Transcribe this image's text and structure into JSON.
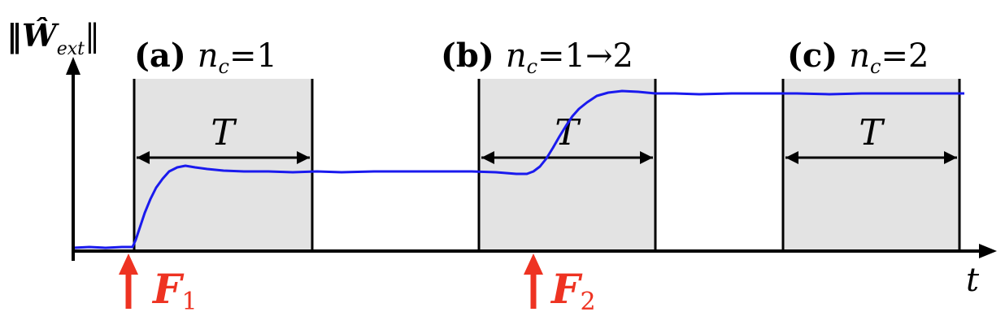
{
  "y_axis_label": "‖Ŵ",
  "y_axis_label_sub": "ext",
  "y_axis_label_end": "‖",
  "x_axis_label": "t",
  "colors": {
    "signal": "#1a1aee",
    "force": "#ee3322",
    "window_fill": "#e3e3e3",
    "axis": "#000000"
  },
  "windows": [
    {
      "tag": "(a)",
      "n_label": "n",
      "n_sub": "c",
      "n_value": "=1",
      "period": "T"
    },
    {
      "tag": "(b)",
      "n_label": "n",
      "n_sub": "c",
      "n_value": "=1→2",
      "period": "T"
    },
    {
      "tag": "(c)",
      "n_label": "n",
      "n_sub": "c",
      "n_value": "=2",
      "period": "T"
    }
  ],
  "forces": [
    {
      "name": "F",
      "sub": "1"
    },
    {
      "name": "F",
      "sub": "2"
    }
  ]
}
